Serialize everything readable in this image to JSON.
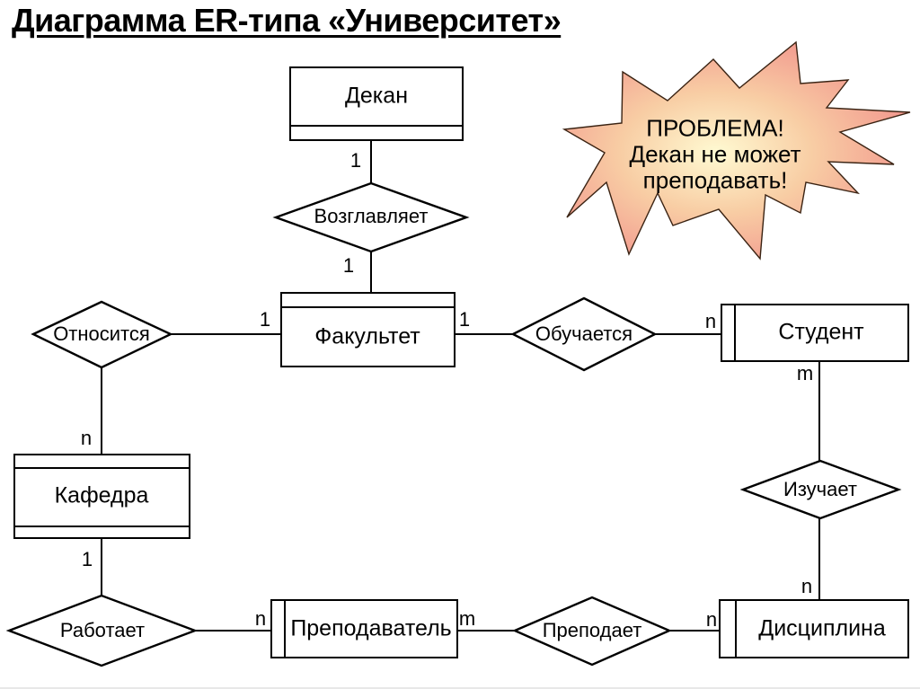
{
  "title": "Диаграмма ER-типа «Университет»",
  "entities": [
    {
      "name": "dekan",
      "label": "Декан"
    },
    {
      "name": "fakultet",
      "label": "Факультет"
    },
    {
      "name": "student",
      "label": "Студент"
    },
    {
      "name": "kafedra",
      "label": "Кафедра"
    },
    {
      "name": "prepodavatel",
      "label": "Преподаватель"
    },
    {
      "name": "disciplina",
      "label": "Дисциплина"
    }
  ],
  "relationships": [
    {
      "name": "vozglavlyaet",
      "label": "Возглавляет"
    },
    {
      "name": "otnositsya",
      "label": "Относится"
    },
    {
      "name": "obuchaetsya",
      "label": "Обучается"
    },
    {
      "name": "izuchaet",
      "label": "Изучает"
    },
    {
      "name": "rabotaet",
      "label": "Работает"
    },
    {
      "name": "prepodaet",
      "label": "Преподает"
    }
  ],
  "cardinalities": [
    "1",
    "1",
    "1",
    "1",
    "n",
    "m",
    "n",
    "1",
    "n",
    "m",
    "n",
    "n"
  ],
  "callout": {
    "lines": [
      "ПРОБЛЕМА!",
      "Декан не может",
      "преподавать!"
    ]
  },
  "colors": {
    "line": "#000000",
    "callout_edge": "#f1908b",
    "callout_mid": "#f8cda4",
    "callout_center": "#fffad2",
    "callout_stroke": "#3a2313",
    "background": "#ffffff"
  }
}
